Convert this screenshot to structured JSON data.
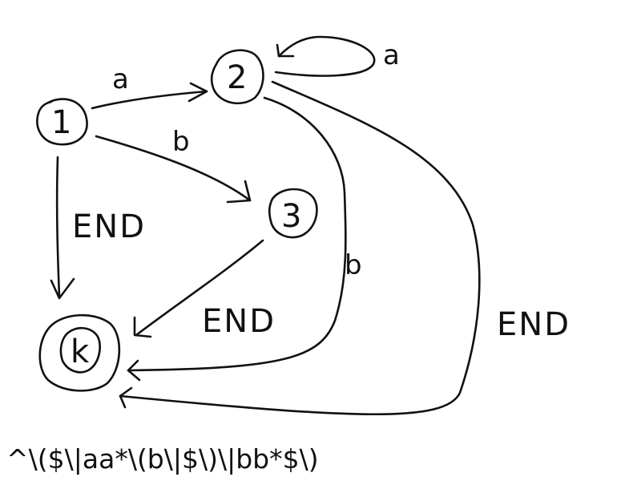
{
  "states": [
    {
      "id": "1",
      "label": "1"
    },
    {
      "id": "2",
      "label": "2"
    },
    {
      "id": "3",
      "label": "3"
    },
    {
      "id": "k",
      "label": "k",
      "accepting": true
    }
  ],
  "transitions": [
    {
      "from": "1",
      "to": "2",
      "label": "a"
    },
    {
      "from": "1",
      "to": "3",
      "label": "b"
    },
    {
      "from": "1",
      "to": "k",
      "label": "END"
    },
    {
      "from": "2",
      "to": "2",
      "label": "a"
    },
    {
      "from": "2",
      "to": "k",
      "label": "b"
    },
    {
      "from": "2",
      "to": "k",
      "label": "END"
    },
    {
      "from": "3",
      "to": "k",
      "label": "END"
    }
  ],
  "regex": "^\\($\\|aa*\\(b\\|$\\)\\|bb*$\\)"
}
